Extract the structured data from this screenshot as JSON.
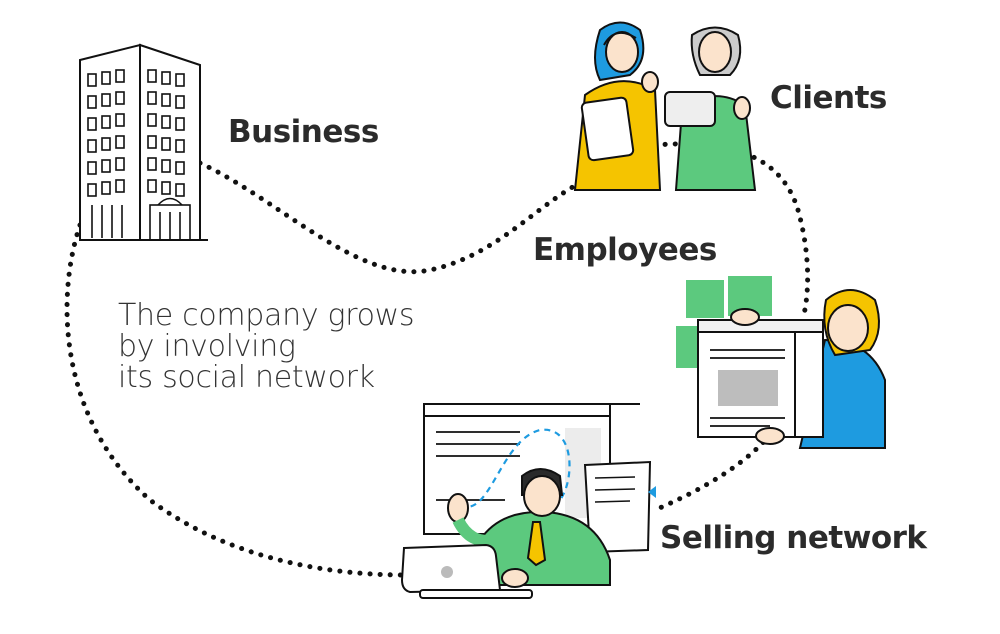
{
  "labels": {
    "business": "Business",
    "clients": "Clients",
    "employees": "Employees",
    "selling": "Selling network"
  },
  "caption": {
    "line1": "The company grows",
    "line2": "by involving",
    "line3": "its social network"
  },
  "colors": {
    "yellow": "#F5C400",
    "green": "#5CC97E",
    "blue": "#1E9BE0",
    "skin": "#FBE3CC",
    "hair_dark": "#2a2a2a",
    "ink": "#1a1a1a"
  },
  "icons": [
    "building-icon",
    "clients-illustration",
    "employee-illustration",
    "salesperson-illustration"
  ]
}
